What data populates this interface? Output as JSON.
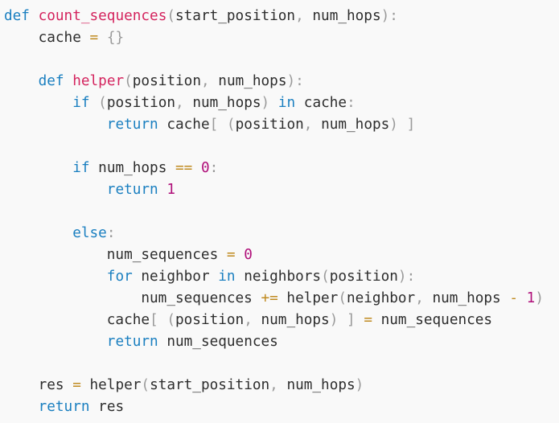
{
  "editor": {
    "lines": [
      [
        {
          "t": "def",
          "c": "kw"
        },
        {
          "t": " ",
          "c": "id"
        },
        {
          "t": "count_sequences",
          "c": "fn"
        },
        {
          "t": "(",
          "c": "punc"
        },
        {
          "t": "start_position",
          "c": "id"
        },
        {
          "t": ",",
          "c": "punc"
        },
        {
          "t": " num_hops",
          "c": "id"
        },
        {
          "t": "):",
          "c": "punc"
        }
      ],
      [
        {
          "t": "    cache ",
          "c": "id"
        },
        {
          "t": "=",
          "c": "op"
        },
        {
          "t": " ",
          "c": "id"
        },
        {
          "t": "{}",
          "c": "punc"
        }
      ],
      [],
      [
        {
          "t": "    ",
          "c": "id"
        },
        {
          "t": "def",
          "c": "kw"
        },
        {
          "t": " ",
          "c": "id"
        },
        {
          "t": "helper",
          "c": "fn"
        },
        {
          "t": "(",
          "c": "punc"
        },
        {
          "t": "position",
          "c": "id"
        },
        {
          "t": ",",
          "c": "punc"
        },
        {
          "t": " num_hops",
          "c": "id"
        },
        {
          "t": "):",
          "c": "punc"
        }
      ],
      [
        {
          "t": "        ",
          "c": "id"
        },
        {
          "t": "if",
          "c": "kw"
        },
        {
          "t": " ",
          "c": "id"
        },
        {
          "t": "(",
          "c": "punc"
        },
        {
          "t": "position",
          "c": "id"
        },
        {
          "t": ",",
          "c": "punc"
        },
        {
          "t": " num_hops",
          "c": "id"
        },
        {
          "t": ")",
          "c": "punc"
        },
        {
          "t": " ",
          "c": "id"
        },
        {
          "t": "in",
          "c": "kw"
        },
        {
          "t": " cache",
          "c": "id"
        },
        {
          "t": ":",
          "c": "punc"
        }
      ],
      [
        {
          "t": "            ",
          "c": "id"
        },
        {
          "t": "return",
          "c": "kw"
        },
        {
          "t": " cache",
          "c": "id"
        },
        {
          "t": "[",
          "c": "punc"
        },
        {
          "t": " ",
          "c": "id"
        },
        {
          "t": "(",
          "c": "punc"
        },
        {
          "t": "position",
          "c": "id"
        },
        {
          "t": ",",
          "c": "punc"
        },
        {
          "t": " num_hops",
          "c": "id"
        },
        {
          "t": ")",
          "c": "punc"
        },
        {
          "t": " ",
          "c": "id"
        },
        {
          "t": "]",
          "c": "punc"
        }
      ],
      [],
      [
        {
          "t": "        ",
          "c": "id"
        },
        {
          "t": "if",
          "c": "kw"
        },
        {
          "t": " num_hops ",
          "c": "id"
        },
        {
          "t": "==",
          "c": "op"
        },
        {
          "t": " ",
          "c": "id"
        },
        {
          "t": "0",
          "c": "num"
        },
        {
          "t": ":",
          "c": "punc"
        }
      ],
      [
        {
          "t": "            ",
          "c": "id"
        },
        {
          "t": "return",
          "c": "kw"
        },
        {
          "t": " ",
          "c": "id"
        },
        {
          "t": "1",
          "c": "num"
        }
      ],
      [],
      [
        {
          "t": "        ",
          "c": "id"
        },
        {
          "t": "else",
          "c": "kw"
        },
        {
          "t": ":",
          "c": "punc"
        }
      ],
      [
        {
          "t": "            num_sequences ",
          "c": "id"
        },
        {
          "t": "=",
          "c": "op"
        },
        {
          "t": " ",
          "c": "id"
        },
        {
          "t": "0",
          "c": "num"
        }
      ],
      [
        {
          "t": "            ",
          "c": "id"
        },
        {
          "t": "for",
          "c": "kw"
        },
        {
          "t": " neighbor ",
          "c": "id"
        },
        {
          "t": "in",
          "c": "kw"
        },
        {
          "t": " neighbors",
          "c": "id"
        },
        {
          "t": "(",
          "c": "punc"
        },
        {
          "t": "position",
          "c": "id"
        },
        {
          "t": "):",
          "c": "punc"
        }
      ],
      [
        {
          "t": "                num_sequences ",
          "c": "id"
        },
        {
          "t": "+=",
          "c": "op"
        },
        {
          "t": " helper",
          "c": "id"
        },
        {
          "t": "(",
          "c": "punc"
        },
        {
          "t": "neighbor",
          "c": "id"
        },
        {
          "t": ",",
          "c": "punc"
        },
        {
          "t": " num_hops ",
          "c": "id"
        },
        {
          "t": "-",
          "c": "op"
        },
        {
          "t": " ",
          "c": "id"
        },
        {
          "t": "1",
          "c": "num"
        },
        {
          "t": ")",
          "c": "punc"
        }
      ],
      [
        {
          "t": "            cache",
          "c": "id"
        },
        {
          "t": "[",
          "c": "punc"
        },
        {
          "t": " ",
          "c": "id"
        },
        {
          "t": "(",
          "c": "punc"
        },
        {
          "t": "position",
          "c": "id"
        },
        {
          "t": ",",
          "c": "punc"
        },
        {
          "t": " num_hops",
          "c": "id"
        },
        {
          "t": ")",
          "c": "punc"
        },
        {
          "t": " ",
          "c": "id"
        },
        {
          "t": "]",
          "c": "punc"
        },
        {
          "t": " ",
          "c": "id"
        },
        {
          "t": "=",
          "c": "op"
        },
        {
          "t": " num_sequences",
          "c": "id"
        }
      ],
      [
        {
          "t": "            ",
          "c": "id"
        },
        {
          "t": "return",
          "c": "kw"
        },
        {
          "t": " num_sequences",
          "c": "id"
        }
      ],
      [],
      [
        {
          "t": "    res ",
          "c": "id"
        },
        {
          "t": "=",
          "c": "op"
        },
        {
          "t": " helper",
          "c": "id"
        },
        {
          "t": "(",
          "c": "punc"
        },
        {
          "t": "start_position",
          "c": "id"
        },
        {
          "t": ",",
          "c": "punc"
        },
        {
          "t": " num_hops",
          "c": "id"
        },
        {
          "t": ")",
          "c": "punc"
        }
      ],
      [
        {
          "t": "    ",
          "c": "id"
        },
        {
          "t": "return",
          "c": "kw"
        },
        {
          "t": " res",
          "c": "id"
        }
      ]
    ]
  }
}
